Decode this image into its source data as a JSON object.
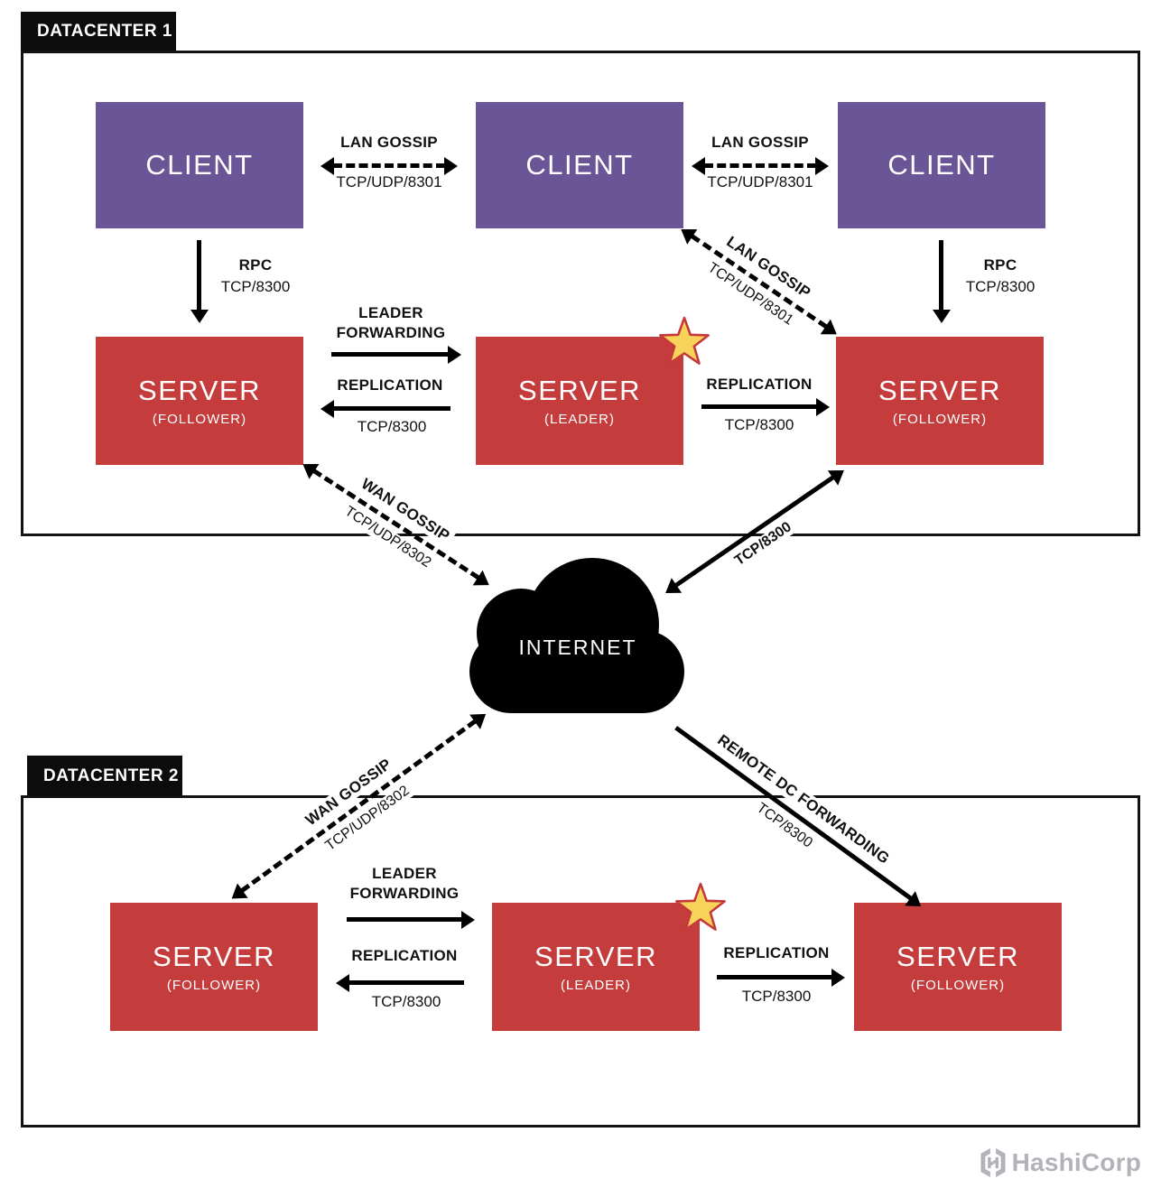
{
  "dc1": {
    "label": "DATACENTER 1",
    "clients": [
      {
        "title": "CLIENT"
      },
      {
        "title": "CLIENT"
      },
      {
        "title": "CLIENT"
      }
    ],
    "servers": [
      {
        "title": "SERVER",
        "role": "(FOLLOWER)"
      },
      {
        "title": "SERVER",
        "role": "(LEADER)",
        "leader_star": true
      },
      {
        "title": "SERVER",
        "role": "(FOLLOWER)"
      }
    ]
  },
  "dc2": {
    "label": "DATACENTER 2",
    "servers": [
      {
        "title": "SERVER",
        "role": "(FOLLOWER)"
      },
      {
        "title": "SERVER",
        "role": "(LEADER)",
        "leader_star": true
      },
      {
        "title": "SERVER",
        "role": "(FOLLOWER)"
      }
    ]
  },
  "internet": {
    "label": "INTERNET"
  },
  "conn": {
    "lan1": {
      "label": "LAN GOSSIP",
      "port": "TCP/UDP/8301"
    },
    "lan2": {
      "label": "LAN GOSSIP",
      "port": "TCP/UDP/8301"
    },
    "lan_diag": {
      "label": "LAN GOSSIP",
      "port": "TCP/UDP/8301"
    },
    "rpc_left": {
      "label": "RPC",
      "port": "TCP/8300"
    },
    "rpc_right": {
      "label": "RPC",
      "port": "TCP/8300"
    },
    "lf1": {
      "line1": "LEADER",
      "line2": "FORWARDING"
    },
    "rep1_left": {
      "label": "REPLICATION",
      "port": "TCP/8300"
    },
    "rep1_right": {
      "label": "REPLICATION",
      "port": "TCP/8300"
    },
    "wan1": {
      "label": "WAN GOSSIP",
      "port": "TCP/UDP/8302"
    },
    "inet_tcp": {
      "port": "TCP/8300"
    },
    "wan2": {
      "label": "WAN GOSSIP",
      "port": "TCP/UDP/8302"
    },
    "remote": {
      "label": "REMOTE DC FORWARDING",
      "port": "TCP/8300"
    },
    "lf2": {
      "line1": "LEADER",
      "line2": "FORWARDING"
    },
    "rep2_left": {
      "label": "REPLICATION",
      "port": "TCP/8300"
    },
    "rep2_right": {
      "label": "REPLICATION",
      "port": "TCP/8300"
    }
  },
  "footer": {
    "brand": "HashiCorp"
  },
  "colors": {
    "client_purple": "#6a5596",
    "server_red": "#c43c3b",
    "star_yellow": "#f8d35a",
    "star_outline": "#c5393c",
    "black": "#111111",
    "logo_gray": "#b1b3b8"
  }
}
